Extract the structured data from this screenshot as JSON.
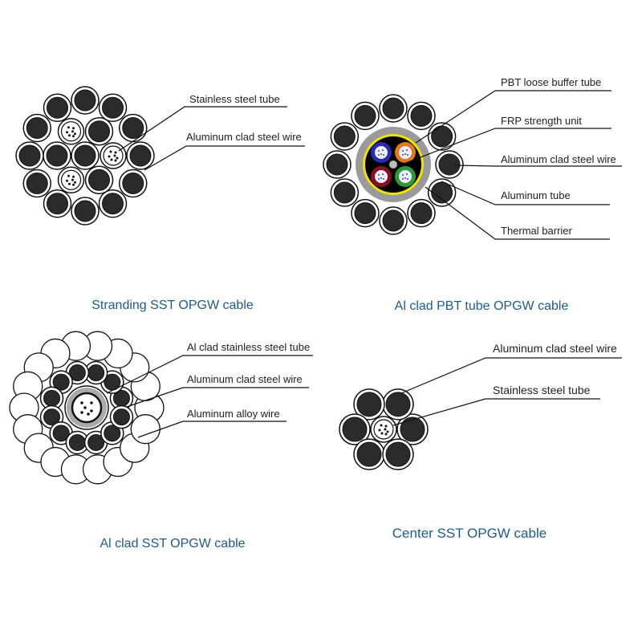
{
  "diagrams": [
    {
      "title": "Stranding SST OPGW cable",
      "labels": [
        "Stainless steel tube",
        "Aluminum clad steel wire"
      ]
    },
    {
      "title": "Al clad PBT tube OPGW cable",
      "labels": [
        "PBT loose buffer tube",
        "FRP strength unit",
        "Aluminum clad steel wire",
        "Aluminum  tube",
        "Thermal barrier"
      ]
    },
    {
      "title": "Al clad SST OPGW cable",
      "labels": [
        "Al clad stainless steel tube",
        "Aluminum clad steel wire",
        "Aluminum alloy wire"
      ]
    },
    {
      "title": "Center SST OPGW cable",
      "labels": [
        "Aluminum clad steel wire",
        "Stainless steel tube"
      ]
    }
  ],
  "colors": {
    "title": "#1f5a8a",
    "wire_core": "#2b2b2b",
    "aluminum_tube": "#9a9a9a",
    "thermal_barrier": "#f2e200",
    "tube_blue": "#2a2ab0",
    "tube_orange": "#e07a20",
    "tube_red": "#8a1020",
    "tube_green": "#2a9a3a"
  }
}
